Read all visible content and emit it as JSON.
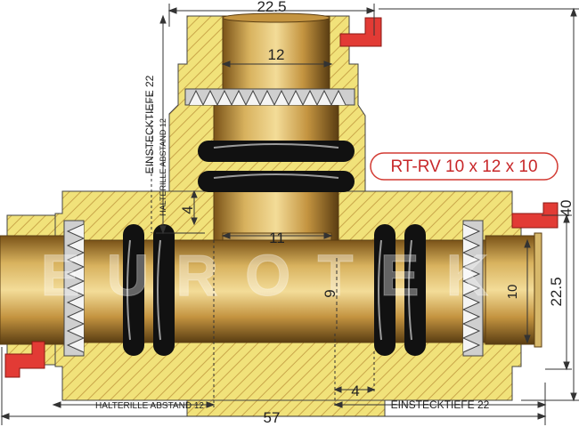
{
  "title": "RT-RV 10 x 12 x 10",
  "watermark": "EUROTEK",
  "colors": {
    "housing_yellow": "#f1e27a",
    "hatch": "#c9a64a",
    "brass_mid": "#b98a35",
    "brass_light": "#ecd28a",
    "brass_dark": "#5a3d12",
    "oring": "#111111",
    "red_cap": "#e23b35",
    "dim_line": "#333333",
    "title_border": "#d23a32",
    "title_text": "#c8282a"
  },
  "dimensions": {
    "top_width": "22.5",
    "top_inner": "12",
    "center_bore": "11",
    "center_small": "9",
    "right_inner": "10",
    "right_height": "22.5",
    "total_height": "40",
    "total_width": "57",
    "groove_left": "4",
    "groove_right": "4"
  },
  "labels": {
    "einstecktiefe_top": "EINSTECKTIEFE 22",
    "halterille_top": "HALTERILLE ABSTAND 12",
    "halterille_bottom": "HALTERILLE ABSTAND 12",
    "einstecktiefe_bottom": "EINSTECKTIEFE 22"
  }
}
